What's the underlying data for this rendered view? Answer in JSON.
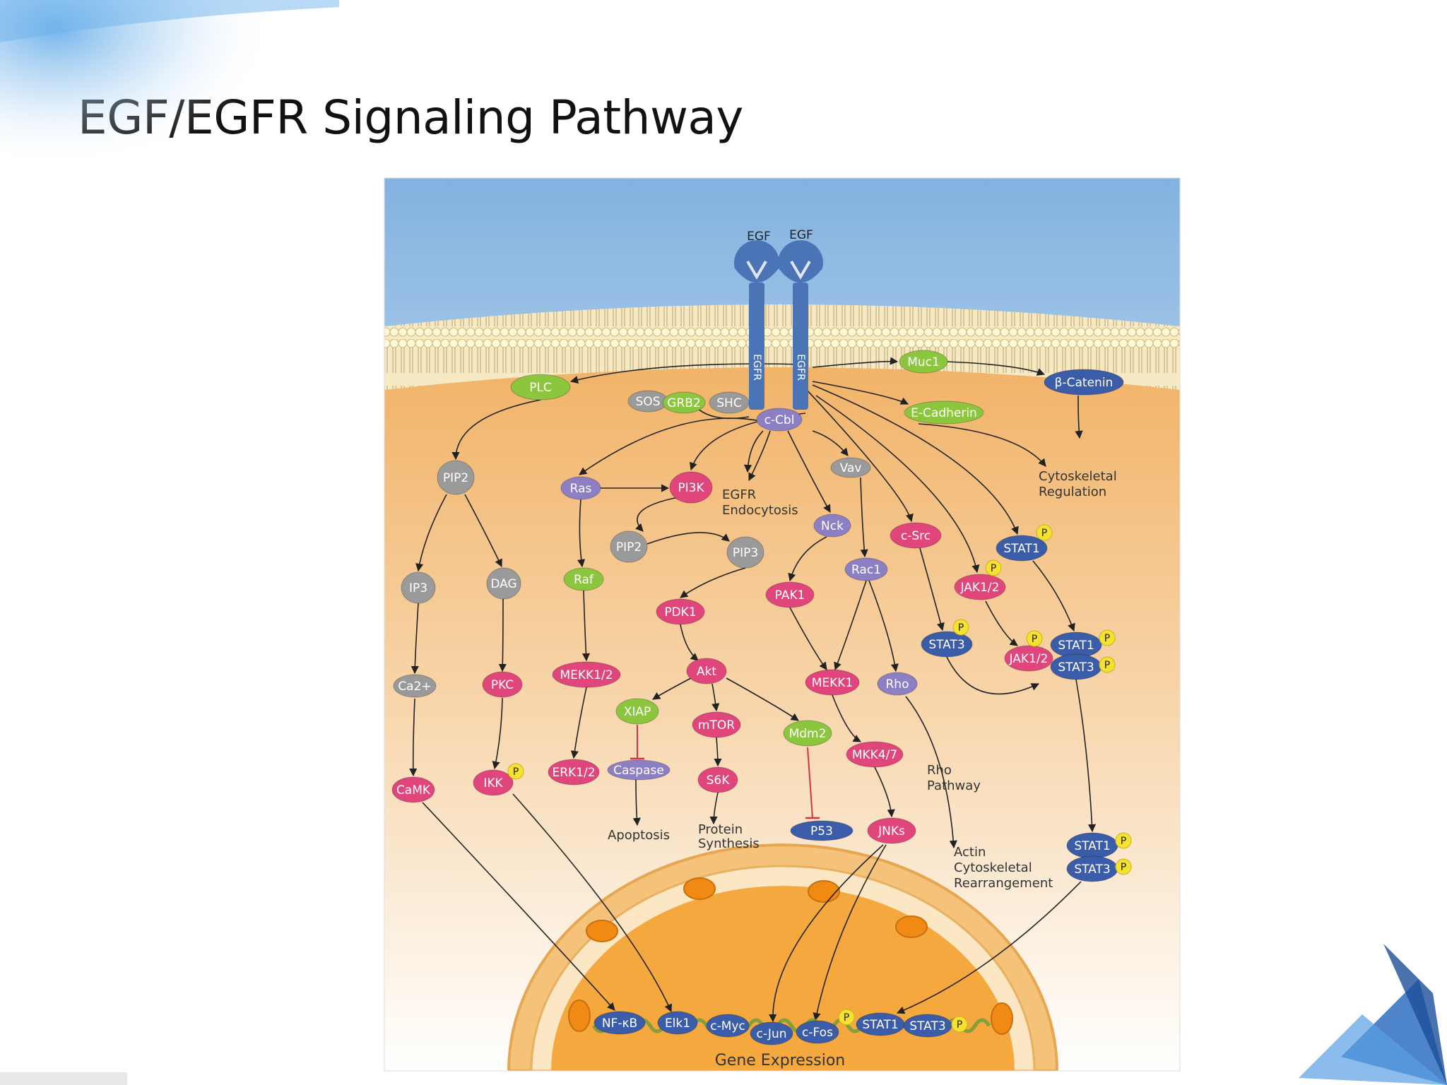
{
  "slide": {
    "title": "EGF/EGFR Signaling Pathway"
  },
  "ligands": [
    {
      "label": "EGF"
    },
    {
      "label": "EGF"
    }
  ],
  "receptor_label": "EGFR",
  "colors": {
    "green": "#8cc63f",
    "pink": "#e0457b",
    "purple": "#8d7fc4",
    "gray": "#9a9a9a",
    "blue": "#3b5ca8",
    "phospho": "#f5e130",
    "extracellular": "#8fb8e0",
    "cytoplasm": "#f3b86a"
  },
  "nodes": {
    "plc": "PLC",
    "sos": "SOS",
    "grb2": "GRB2",
    "shc": "SHC",
    "ccbl": "c-Cbl",
    "muc1": "Muc1",
    "bcatenin": "β-Catenin",
    "ecadherin": "E-Cadherin",
    "pip2a": "PIP2",
    "ras": "Ras",
    "pi3k": "PI3K",
    "vav": "Vav",
    "nck": "Nck",
    "csrc": "c-Src",
    "stat1a": "STAT1",
    "pip2b": "PIP2",
    "pip3": "PIP3",
    "ip3": "IP3",
    "dag": "DAG",
    "raf": "Raf",
    "pdk1": "PDK1",
    "pak1": "PAK1",
    "rac1": "Rac1",
    "jak12a": "JAK1/2",
    "stat3a": "STAT3",
    "jak12b": "JAK1/2",
    "stat1b": "STAT1",
    "stat3b": "STAT3",
    "ca2": "Ca2+",
    "pkc": "PKC",
    "mekk12": "MEKK1/2",
    "akt": "Akt",
    "mekk1": "MEKK1",
    "rho": "Rho",
    "xiap": "XIAP",
    "mtor": "mTOR",
    "mdm2": "Mdm2",
    "mkk47": "MKK4/7",
    "camk": "CaMK",
    "ikk": "IKK",
    "erk12": "ERK1/2",
    "caspase": "Caspase",
    "s6k": "S6K",
    "p53": "P53",
    "jnks": "JNKs",
    "stat1c": "STAT1",
    "stat3c": "STAT3",
    "nfkb": "NF-κB",
    "elk1": "Elk1",
    "cmyc": "c-Myc",
    "cjun": "c-Jun",
    "cfos": "c-Fos",
    "stat1d": "STAT1",
    "stat3d": "STAT3"
  },
  "phospho_label": "P",
  "text_labels": {
    "egfr_endo_1": "EGFR",
    "egfr_endo_2": "Endocytosis",
    "cyto_reg_1": "Cytoskeletal",
    "cyto_reg_2": "Regulation",
    "apoptosis": "Apoptosis",
    "protein_syn_1": "Protein",
    "protein_syn_2": "Synthesis",
    "rho_path_1": "Rho",
    "rho_path_2": "Pathway",
    "actin_1": "Actin",
    "actin_2": "Cytoskeletal",
    "actin_3": "Rearrangement",
    "gene_expression": "Gene Expression"
  }
}
